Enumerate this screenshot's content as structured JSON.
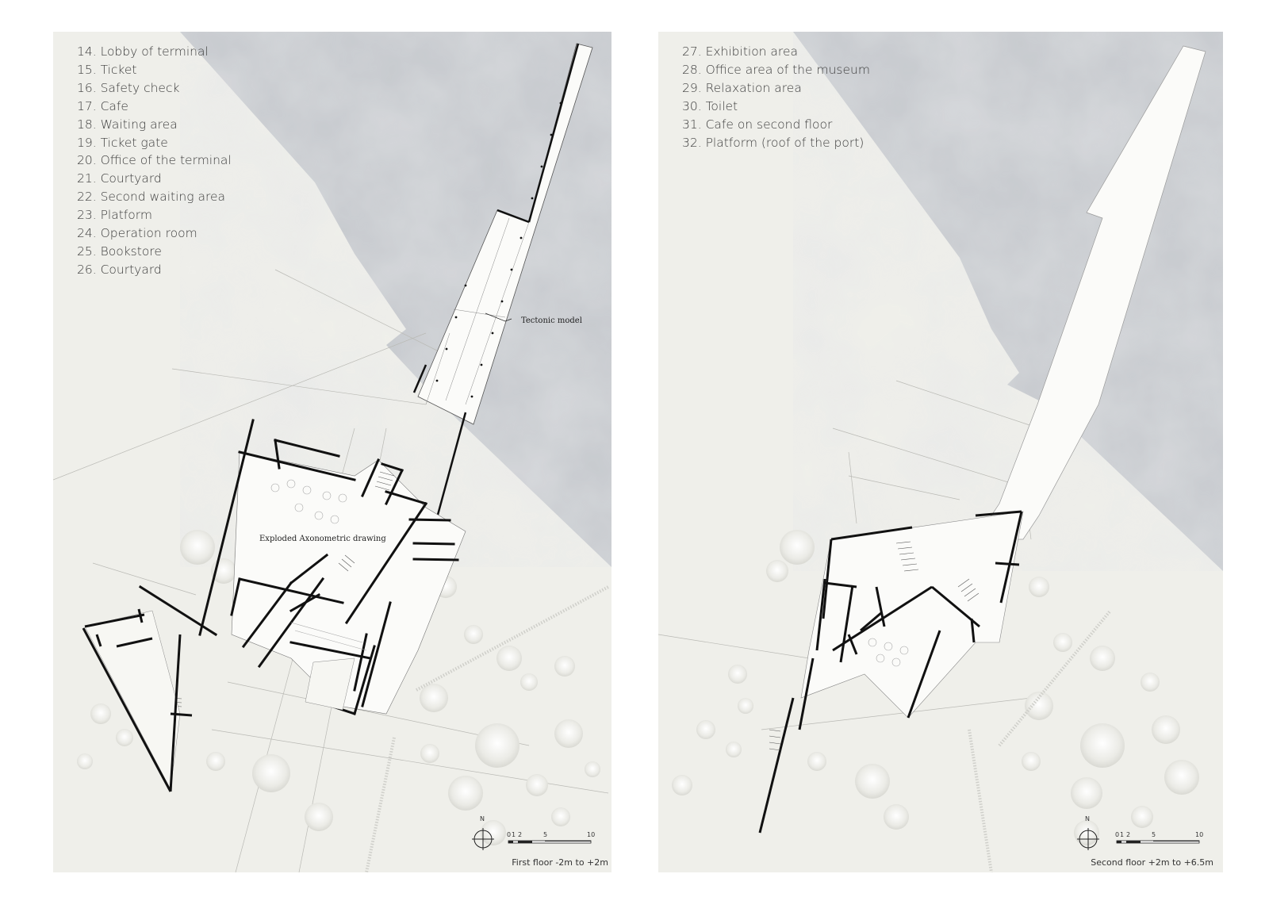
{
  "left_sheet": {
    "legend": [
      "14. Lobby of terminal",
      "15. Ticket",
      "16. Safety check",
      "17. Cafe",
      "18. Waiting area",
      "19. Ticket gate",
      "20. Office of the terminal",
      "21. Courtyard",
      "22. Second waiting area",
      "23. Platform",
      "24. Operation room",
      "25. Bookstore",
      "26. Courtyard"
    ],
    "annotation_tectonic": "Tectonic model",
    "annotation_axonometric": "Exploded Axonometric drawing",
    "floor_label": "First floor -2m to +2m",
    "north_label": "N",
    "scale_ticks": [
      "0",
      "1",
      "2",
      "5",
      "10"
    ]
  },
  "right_sheet": {
    "legend": [
      "27. Exhibition area",
      "28. Office area of the museum",
      "29. Relaxation area",
      "30. Toilet",
      "31. Cafe on second floor",
      "32. Platform (roof of the port)"
    ],
    "floor_label": "Second floor +2m to +6.5m",
    "north_label": "N",
    "scale_ticks": [
      "0",
      "1",
      "2",
      "5",
      "10"
    ]
  },
  "colors": {
    "paper": "#efefea",
    "water": "#c9ccd0",
    "walls": "#111111"
  }
}
